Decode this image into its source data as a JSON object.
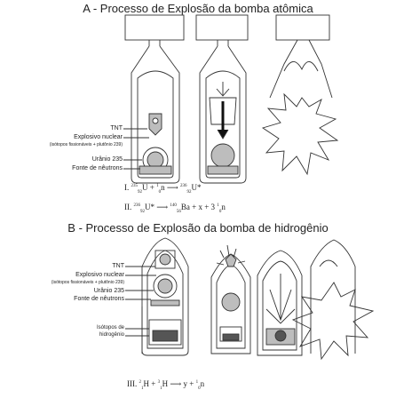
{
  "section_a": {
    "title": "A - Processo de Explosão da bomba atômica",
    "labels": {
      "tnt": "TNT",
      "explosivo": "Explosivo nuclear",
      "isotopos": "(isótopos fissionáveis + plutônio 239)",
      "uranio": "Urânio 235",
      "fonte": "Fonte de nêutrons"
    },
    "equations": {
      "eq1_num": "I.",
      "eq1_u_mass": "235",
      "eq1_u_z": "92",
      "eq1_u_sym": "U + ",
      "eq1_n_mass": "1",
      "eq1_n_z": "0",
      "eq1_n_sym": "n ⟶ ",
      "eq1_p_mass": "236",
      "eq1_p_z": "92",
      "eq1_p_sym": "U*",
      "eq2_num": "II.",
      "eq2_u_mass": "236",
      "eq2_u_z": "92",
      "eq2_u_sym": "U* ⟶ ",
      "eq2_ba_mass": "140",
      "eq2_ba_z": "56",
      "eq2_ba_sym": "Ba + x + 3",
      "eq2_n_mass": "1",
      "eq2_n_z": "0",
      "eq2_n_sym": "n"
    }
  },
  "section_b": {
    "title": "B - Processo de Explosão da bomba de hidrogênio",
    "labels": {
      "tnt": "TNT",
      "explosivo": "Explosivo nuclear",
      "isotopos": "(isótopos fissionáveis + plutônio 239)",
      "uranio": "Urânio 235",
      "fonte": "Fonte de nêutrons",
      "isotopos_h1": "Isótopos de",
      "isotopos_h2": "hidrogênio"
    },
    "equation": {
      "num": "III.",
      "h2_mass": "2",
      "h2_z": "1",
      "h2_sym": "H + ",
      "h3_mass": "3",
      "h3_z": "1",
      "h3_sym": "H ⟶ y + ",
      "n_mass": "1",
      "n_z": "0",
      "n_sym": "n"
    }
  },
  "colors": {
    "line": "#333333",
    "fill_gray": "#bdbdbd",
    "dark": "#555555",
    "background": "#ffffff"
  }
}
